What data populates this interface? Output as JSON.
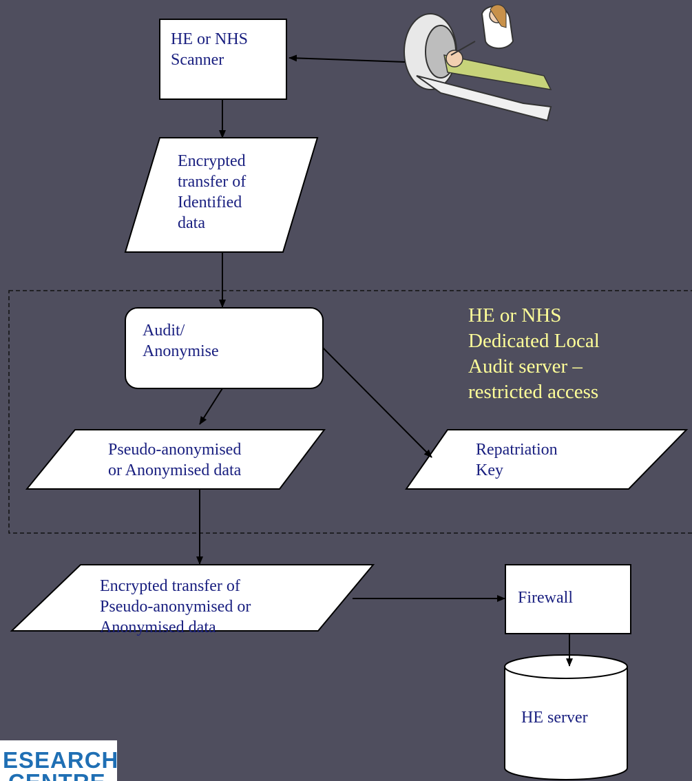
{
  "diagram": {
    "nodes": {
      "scanner": {
        "lines": [
          "HE or NHS",
          "Scanner"
        ]
      },
      "encrypted_identified": {
        "lines": [
          "Encrypted",
          "transfer of",
          "Identified",
          "data"
        ]
      },
      "audit": {
        "lines": [
          "Audit/",
          "Anonymise"
        ]
      },
      "pseudo": {
        "lines": [
          "Pseudo-anonymised",
          "or Anonymised data"
        ]
      },
      "repatriation": {
        "lines": [
          "Repatriation",
          "Key"
        ]
      },
      "encrypted_pseudo": {
        "lines": [
          "Encrypted transfer of",
          "Pseudo-anonymised or",
          "Anonymised data"
        ]
      },
      "firewall": {
        "lines": [
          "Firewall"
        ]
      },
      "he_server": {
        "lines": [
          "HE server"
        ]
      }
    },
    "region_label": {
      "lines": [
        "HE or NHS",
        "Dedicated Local",
        "Audit server –",
        "restricted access"
      ]
    },
    "logo_text": {
      "lines": [
        "ESEARCH",
        "CENTRE"
      ]
    },
    "clipart_icon": "mri-scanner-clipart",
    "colors": {
      "background": "#4f4e5e",
      "node_fill": "#ffffff",
      "node_text": "#1a2080",
      "region_text": "#ffff99",
      "arrow": "#000000",
      "logo_text": "#1f6fb4"
    }
  }
}
